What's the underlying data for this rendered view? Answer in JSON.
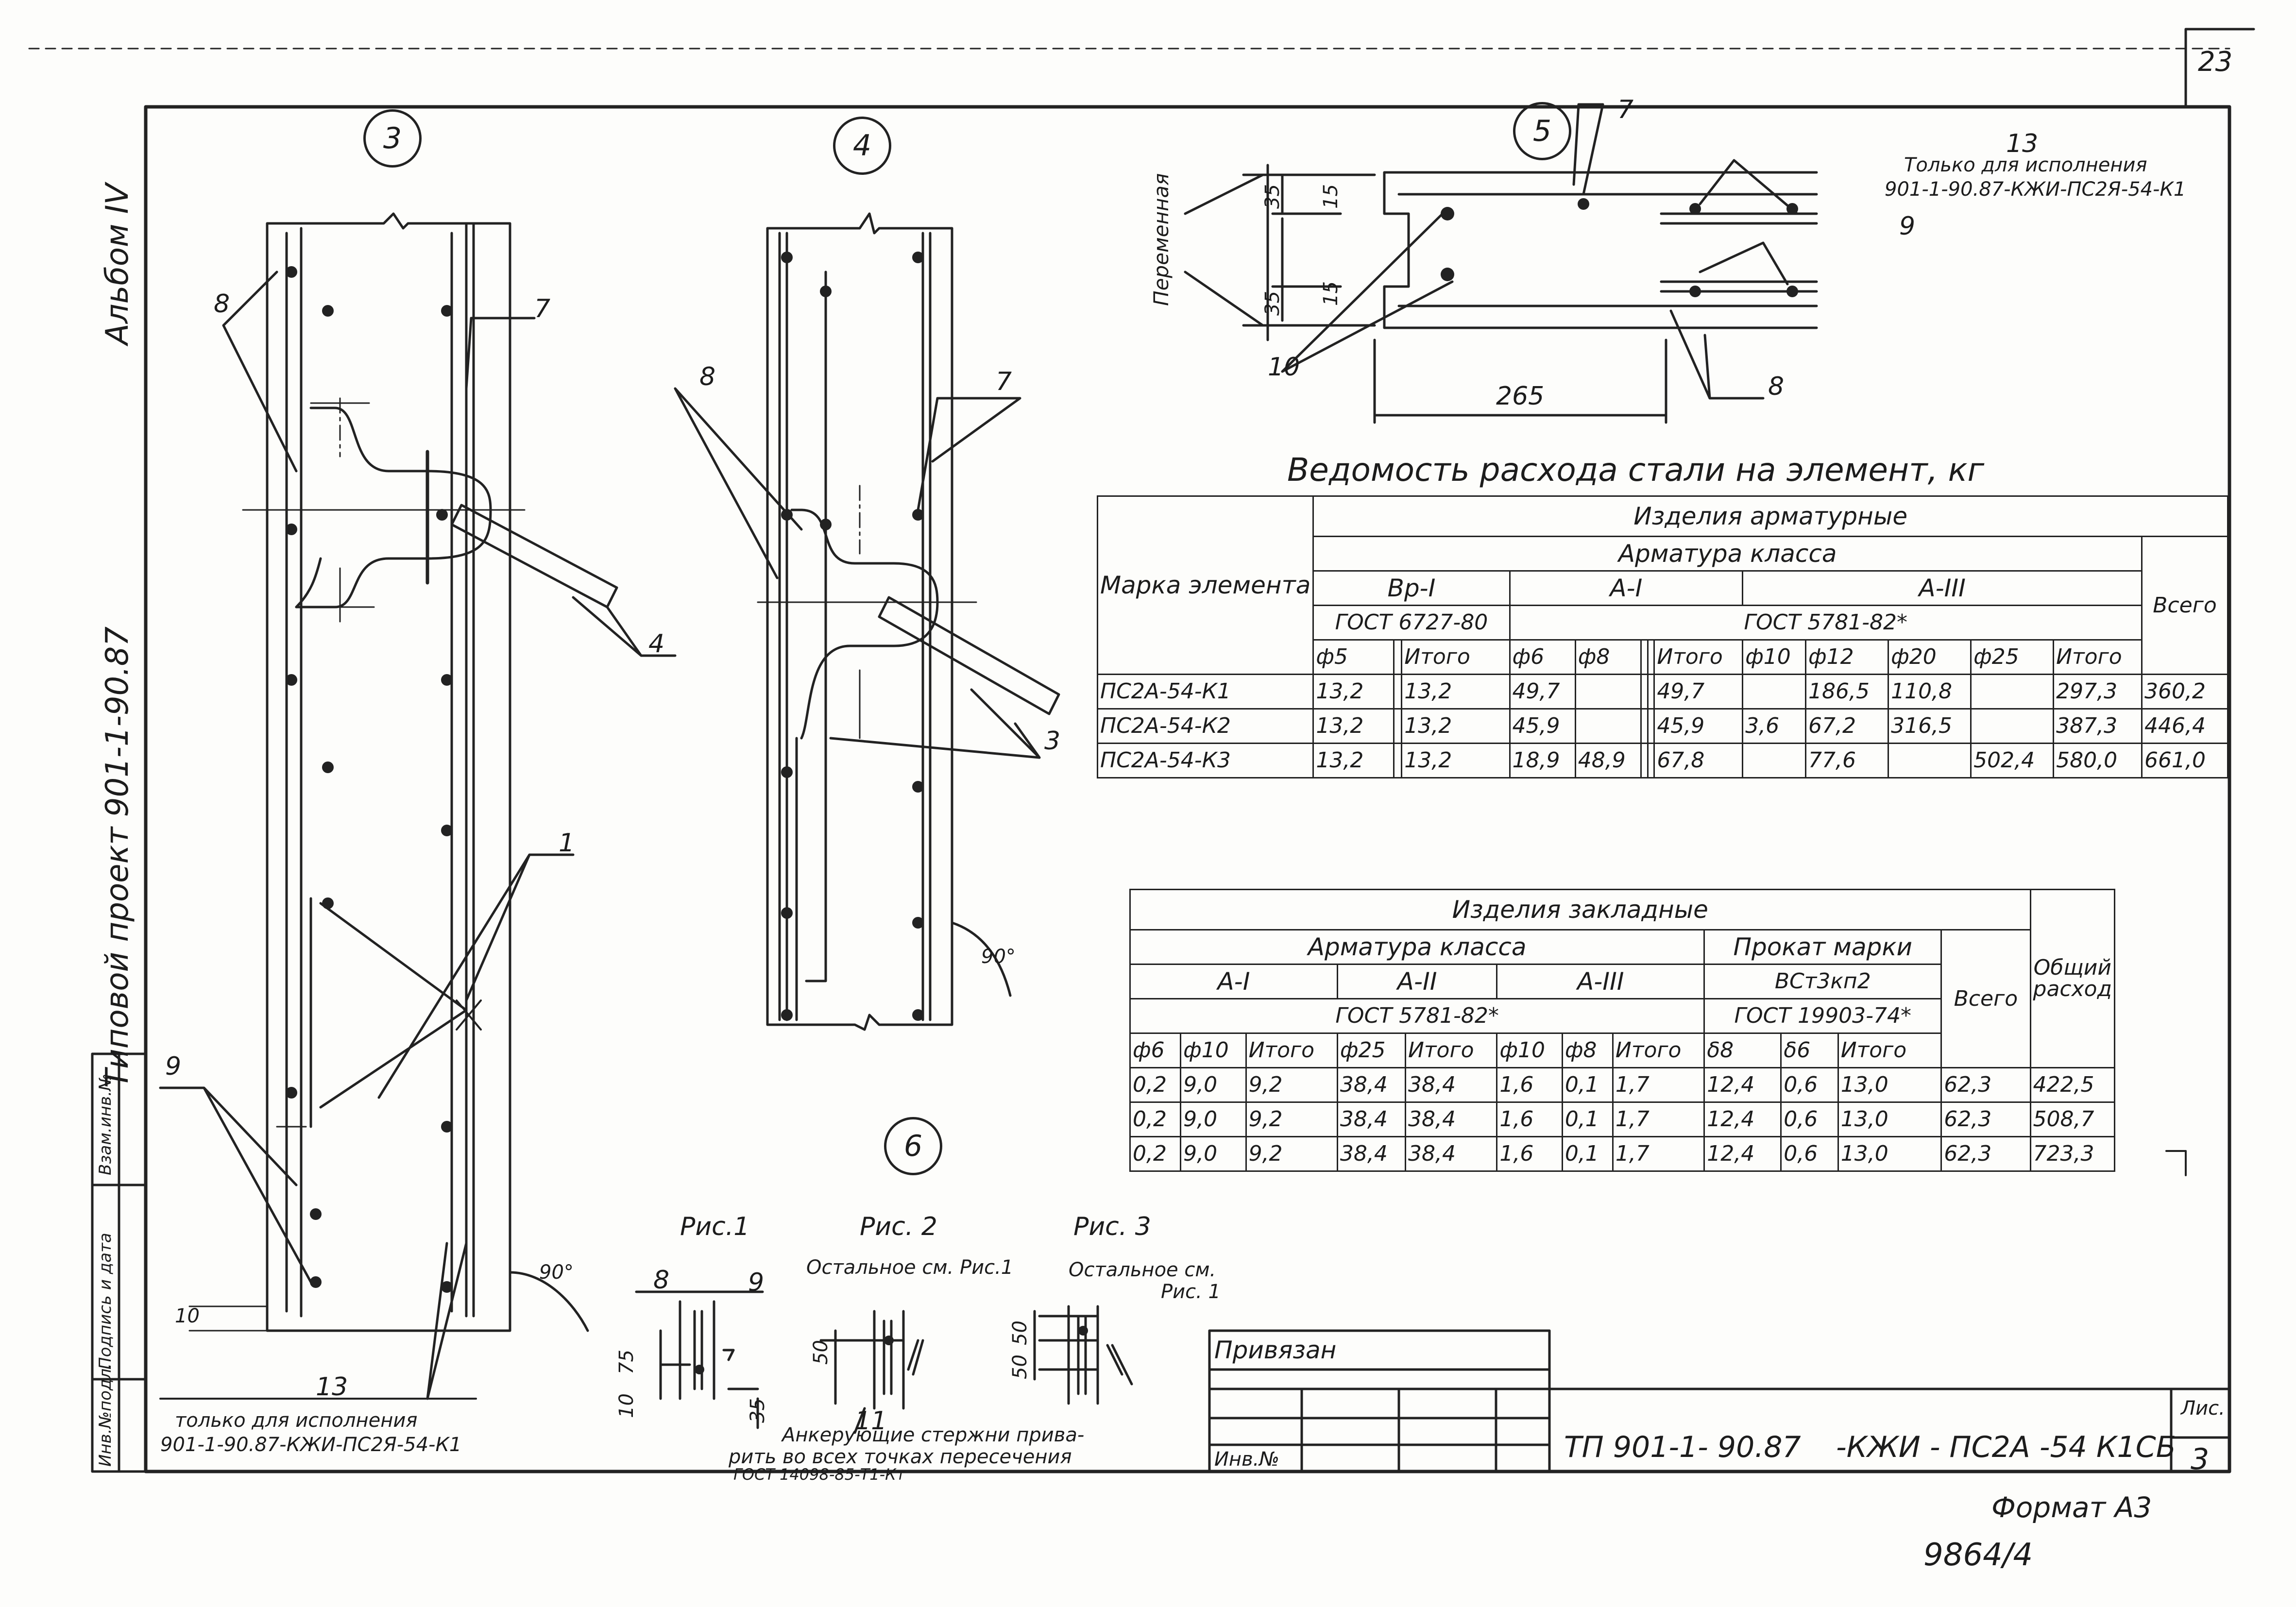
{
  "sheet": {
    "number_top": "23",
    "side_project": "Типовой проект 901-1-90.87",
    "side_album": "Альбом IV",
    "stamp_bound": "Привязан",
    "stamp_inv": "Инв.№",
    "code_left": "ТП 901-1- 90.87",
    "code_right": "-КЖИ - ПС2А -54 К1СБ",
    "sheet_label": "Лис.",
    "sheet_num": "3",
    "format": "Формат А3",
    "archive": "9864/4",
    "margin_fields": [
      "Инв.№подл.",
      "Подпись и дата",
      "Взам.инв.№"
    ]
  },
  "views": {
    "v3": {
      "id": "3",
      "labels": {
        "l8": "8",
        "l7": "7",
        "l4": "4",
        "l1": "1",
        "l9": "9",
        "l13": "13",
        "dim10": "10",
        "angle": "90°"
      },
      "note": [
        "только для исполнения",
        "901-1-90.87-КЖИ-ПС2Я-54-К1"
      ]
    },
    "v4": {
      "id": "4",
      "labels": {
        "l8": "8",
        "l7": "7",
        "l3": "3",
        "angle": "90°"
      }
    },
    "v5": {
      "id": "5",
      "labels": {
        "l7": "7",
        "l13": "13",
        "l9": "9",
        "l10": "10",
        "l8": "8",
        "dim265": "265",
        "dim35a": "35",
        "dim15a": "15",
        "dim35b": "35",
        "dim15b": "15",
        "variable": "Переменная"
      },
      "note": [
        "Только для исполнения",
        "901-1-90.87-КЖИ-ПС2Я-54-К1"
      ]
    },
    "v6": {
      "id": "6",
      "fig1": {
        "title": "Рис.1",
        "l8": "8",
        "l9": "9",
        "d75": "75",
        "d10": "10",
        "d35": "35"
      },
      "fig2": {
        "title": "Рис. 2",
        "sub": "Остальное см. Рис.1",
        "l11": "11",
        "d50": "50"
      },
      "fig3": {
        "title": "Рис. 3",
        "sub1": "Остальное см.",
        "sub2": "Рис. 1",
        "d50a": "50",
        "d50b": "50"
      },
      "note": [
        "Анкерующие стержни прива-",
        "рить во всех точках пересечения",
        "ГОСТ 14098-85-Т1-Кт"
      ]
    }
  },
  "table1": {
    "title": "Ведомость расхода стали на элемент, кг",
    "group": "Изделия арматурные",
    "mark": "Марка элемента",
    "arm_class": "Арматура класса",
    "classes": [
      "Вр-I",
      "А-I",
      "А-III"
    ],
    "gost1": "ГОСТ 6727-80",
    "gost2": "ГОСТ 5781-82*",
    "total": "Всего",
    "cols": [
      "ф5",
      "",
      "Итого",
      "ф6",
      "ф8",
      "",
      "",
      "Итого",
      "ф10",
      "ф12",
      "ф20",
      "ф25",
      "Итого"
    ],
    "rows": [
      [
        "ПС2А-54-К1",
        "13,2",
        "",
        "13,2",
        "49,7",
        "",
        "",
        "",
        "49,7",
        "",
        "186,5",
        "110,8",
        "",
        "297,3",
        "360,2"
      ],
      [
        "ПС2А-54-К2",
        "13,2",
        "",
        "13,2",
        "45,9",
        "",
        "",
        "",
        "45,9",
        "3,6",
        "67,2",
        "316,5",
        "",
        "387,3",
        "446,4"
      ],
      [
        "ПС2А-54-К3",
        "13,2",
        "",
        "13,2",
        "18,9",
        "48,9",
        "",
        "",
        "67,8",
        "",
        "77,6",
        "",
        "502,4",
        "580,0",
        "661,0"
      ]
    ]
  },
  "table2": {
    "group": "Изделия закладные",
    "arm_class": "Арматура класса",
    "prokat": "Прокат марки",
    "classes": [
      "А-I",
      "А-II",
      "А-III"
    ],
    "steel": "ВСт3кп2",
    "gost1": "ГОСТ 5781-82*",
    "gost2": "ГОСТ 19903-74*",
    "total": "Всего",
    "general": "Общий расход",
    "cols": [
      "ф6",
      "ф10",
      "Итого",
      "ф25",
      "Итого",
      "ф10",
      "ф8",
      "Итого",
      "δ8",
      "δ6",
      "Итого"
    ],
    "rows": [
      [
        "0,2",
        "9,0",
        "9,2",
        "38,4",
        "38,4",
        "1,6",
        "0,1",
        "1,7",
        "12,4",
        "0,6",
        "13,0",
        "62,3",
        "422,5"
      ],
      [
        "0,2",
        "9,0",
        "9,2",
        "38,4",
        "38,4",
        "1,6",
        "0,1",
        "1,7",
        "12,4",
        "0,6",
        "13,0",
        "62,3",
        "508,7"
      ],
      [
        "0,2",
        "9,0",
        "9,2",
        "38,4",
        "38,4",
        "1,6",
        "0,1",
        "1,7",
        "12,4",
        "0,6",
        "13,0",
        "62,3",
        "723,3"
      ]
    ]
  }
}
